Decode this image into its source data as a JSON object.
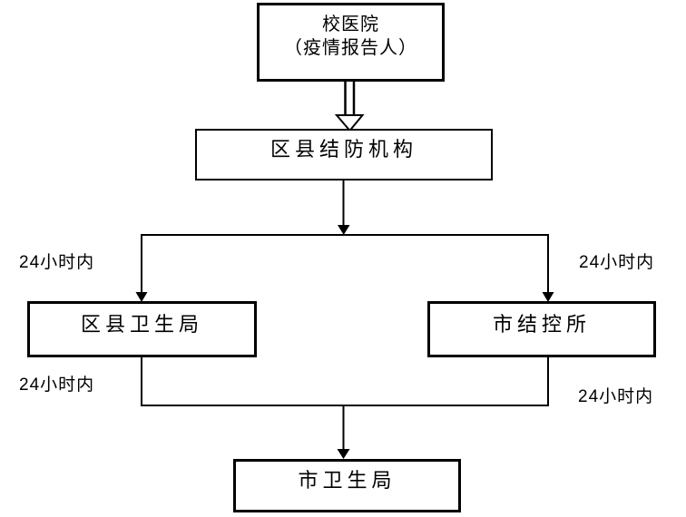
{
  "flowchart": {
    "nodes": {
      "school_hospital": {
        "line1": "校医院",
        "line2": "（疫情报告人）"
      },
      "district_tb_prevention": {
        "label": "区县结防机构"
      },
      "district_health_bureau": {
        "label": "区县卫生局"
      },
      "city_tb_control": {
        "label": "市结控所"
      },
      "city_health_bureau": {
        "label": "市卫生局"
      }
    },
    "edge_labels": {
      "upper_left": "24小时内",
      "upper_right": "24小时内",
      "lower_left": "24小时内",
      "lower_right": "24小时内"
    },
    "colors": {
      "line": "#000000",
      "background": "#ffffff",
      "text": "#000000"
    }
  }
}
